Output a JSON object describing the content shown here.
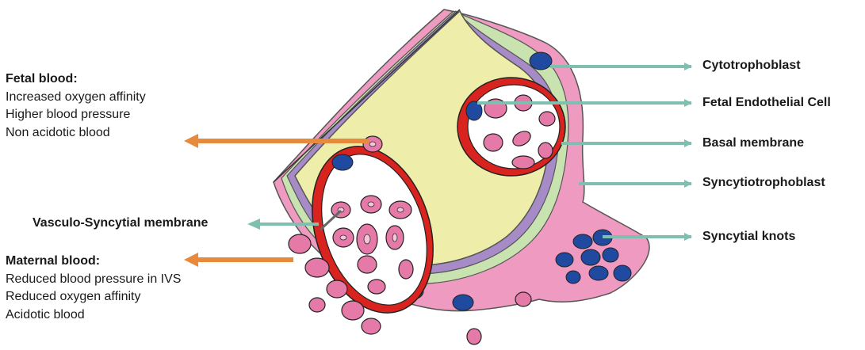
{
  "fetal": {
    "heading": "Fetal blood:",
    "lines": [
      "Increased oxygen affinity",
      "Higher blood pressure",
      "Non acidotic blood"
    ]
  },
  "maternal": {
    "heading": "Maternal blood:",
    "lines": [
      "Reduced blood pressure in IVS",
      "Reduced oxygen affinity",
      "Acidotic blood"
    ]
  },
  "labels": {
    "vasculo_syncytial": "Vasculo-Syncytial membrane",
    "cytotrophoblast": "Cytotrophoblast",
    "fetal_endothelial": "Fetal Endothelial Cell",
    "basal_membrane": "Basal membrane",
    "syncytiotrophoblast": "Syncytiotrophoblast",
    "syncytial_knots": "Syncytial knots"
  },
  "colors": {
    "teal_arrow": "#7fbfb0",
    "orange_arrow": "#e88a3c",
    "stroma": "#eeeeaa",
    "syncytium": "#ef9ac0",
    "cytotroph": "#c8e2b0",
    "membrane": "#a68bc6",
    "endothelium": "#d8231e",
    "rbc": "#e57aa8",
    "nucleus": "#1f4aa0"
  }
}
